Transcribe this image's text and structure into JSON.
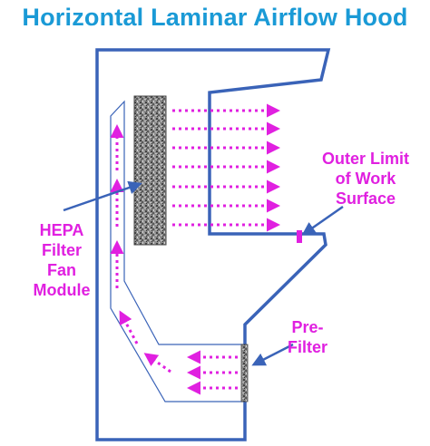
{
  "title": "Horizontal Laminar Airflow Hood",
  "labels": {
    "hepa_line1": "HEPA",
    "hepa_line2": "Filter",
    "hepa_line3": "Fan",
    "hepa_line4": "Module",
    "outer_line1": "Outer Limit",
    "outer_line2": "of Work",
    "outer_line3": "Surface",
    "prefilter_line1": "Pre-",
    "prefilter_line2": "Filter"
  },
  "colors": {
    "title": "#1a9ad6",
    "outline": "#3a63b8",
    "airflow_arrows": "#e020e0",
    "label_text": "#e020e0",
    "pointer": "#3a63b8"
  }
}
